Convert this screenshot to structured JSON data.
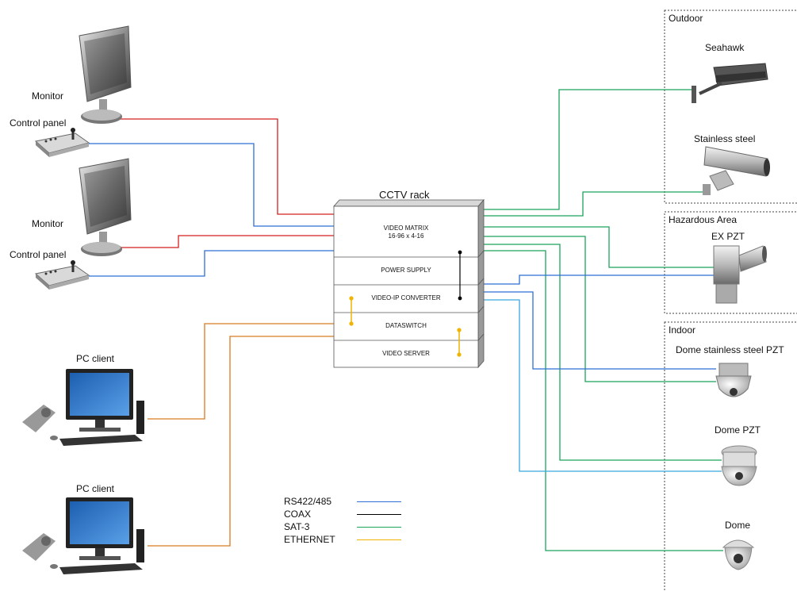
{
  "rack": {
    "title": "CCTV rack",
    "modules": [
      {
        "line1": "VIDEO MATRIX",
        "line2": "16-96 x 4-16"
      },
      {
        "line1": "POWER SUPPLY"
      },
      {
        "line1": "VIDEO-IP CONVERTER"
      },
      {
        "line1": "DATASWITCH"
      },
      {
        "line1": "VIDEO SERVER"
      }
    ]
  },
  "left": {
    "monitor1": "Monitor",
    "control1": "Control panel",
    "monitor2": "Monitor",
    "control2": "Control panel",
    "pc1": "PC client",
    "pc2": "PC client"
  },
  "zones": {
    "outdoor": {
      "title": "Outdoor",
      "cam1": "Seahawk",
      "cam2": "Stainless steel"
    },
    "hazard": {
      "title": "Hazardous Area",
      "cam1": "EX PZT"
    },
    "indoor": {
      "title": "Indoor",
      "cam1": "Dome stainless steel PZT",
      "cam2": "Dome PZT",
      "cam3": "Dome"
    }
  },
  "legend": [
    {
      "label": "RS422/485",
      "color": "#2f6fd6"
    },
    {
      "label": "COAX",
      "color": "#000000"
    },
    {
      "label": "SAT-3",
      "color": "#1aa55a"
    },
    {
      "label": "ETHERNET",
      "color": "#f0b400"
    }
  ],
  "colors": {
    "rs422": "#2f6fd6",
    "rs422_light": "#3aa8e0",
    "coax": "#000000",
    "sat3": "#1aa55a",
    "ethernet": "#f0b400",
    "video": "#d42020",
    "lan": "#d87a20"
  }
}
